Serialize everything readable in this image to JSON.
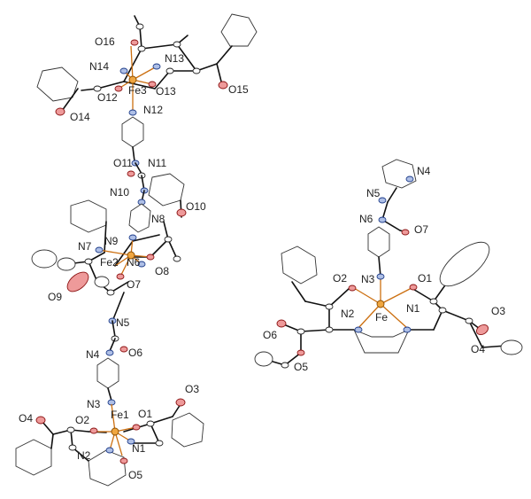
{
  "colors": {
    "iron": "#f0a640",
    "nitrogen": "#aebfe6",
    "oxygen": "#ee9a9a",
    "carbon": "#ffffff",
    "bond": "#111111"
  },
  "left_structure": {
    "labels": {
      "O16": "O16",
      "N14": "N14",
      "N13": "N13",
      "Fe3": "Fe3",
      "O13": "O13",
      "O15": "O15",
      "O12": "O12",
      "O14": "O14",
      "N12": "N12",
      "O11": "O11",
      "N11": "N11",
      "N10": "N10",
      "N8": "N8",
      "O10": "O10",
      "N9": "N9",
      "N7": "N7",
      "Fe2": "Fe2",
      "N6": "N6",
      "O8": "O8",
      "O9": "O9",
      "O7": "O7",
      "N5": "N5",
      "N4": "N4",
      "O6": "O6",
      "N3": "N3",
      "Fe1": "Fe1",
      "O3": "O3",
      "O4": "O4",
      "O2": "O2",
      "O1": "O1",
      "N2": "N2",
      "N1": "N1",
      "O5": "O5"
    }
  },
  "right_structure": {
    "labels": {
      "N4": "N4",
      "N5": "N5",
      "N6": "N6",
      "O7": "O7",
      "O2": "O2",
      "N3": "N3",
      "O1": "O1",
      "N2": "N2",
      "Fe": "Fe",
      "N1": "N1",
      "O3": "O3",
      "O6": "O6",
      "O5": "O5",
      "O4": "O4"
    }
  }
}
